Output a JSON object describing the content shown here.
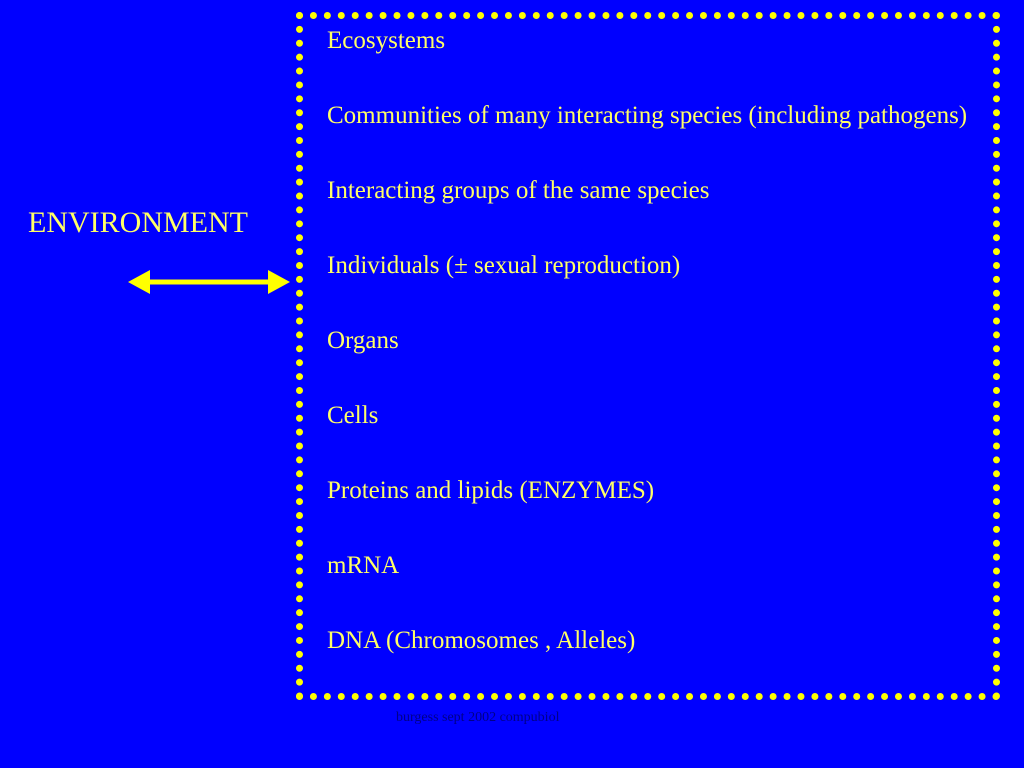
{
  "slide": {
    "background_color": "#0000ff",
    "text_color": "#ffff66",
    "accent_color": "#ffff00",
    "environment_label": "ENVIRONMENT",
    "arrow_icon": "double-headed-arrow",
    "levels": [
      "Ecosystems",
      "Communities of many interacting species (including pathogens)",
      "Interacting groups of the same species",
      "Individuals (± sexual reproduction)",
      "Organs",
      "Cells",
      "Proteins and lipids (ENZYMES)",
      "mRNA",
      "DNA (Chromosomes , Alleles)"
    ],
    "footer": "burgess sept 2002 compubiol"
  }
}
